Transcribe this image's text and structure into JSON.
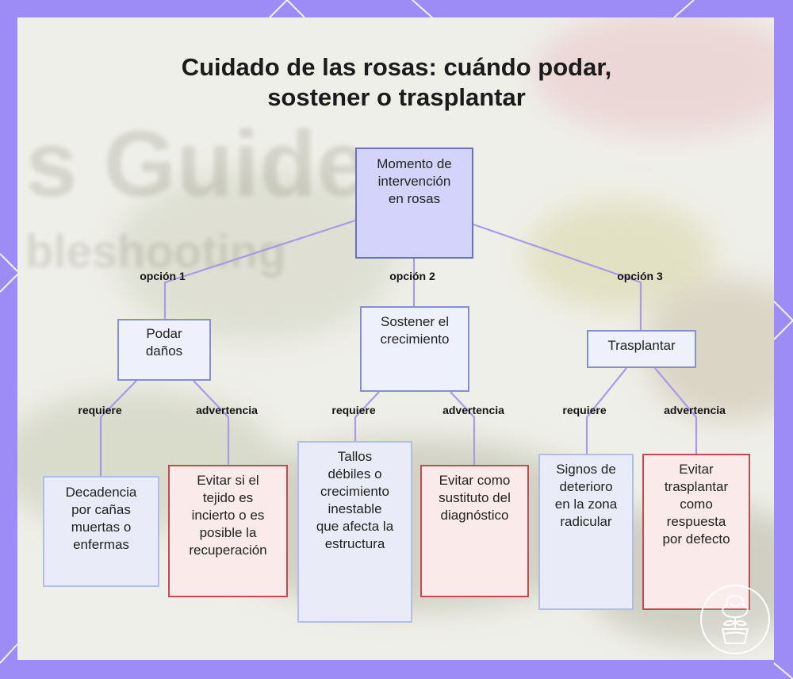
{
  "title_lines": [
    "Cuidado de las rosas: cuándo podar,",
    "sostener o trasplantar"
  ],
  "background_text": {
    "large": "s Guide",
    "small": "bleshooting"
  },
  "colors": {
    "frame": "#9d8cf6",
    "panel": "#efefe9",
    "edge": "#a99ae8",
    "root_fill": "#d3d3fb",
    "root_border": "#6b71b6",
    "category_fill": "#eef0fb",
    "category_border": "#8791c9",
    "requirement_fill": "#e9ecf8",
    "requirement_border": "#b3bfe2",
    "warning_fill": "#fbeaea",
    "warning_border": "#c24a52"
  },
  "nodes": {
    "root": "Momento de intervención en rosas",
    "podar": "Podar daños",
    "sostener": "Sostener el crecimiento",
    "trasplantar": "Trasplantar",
    "podar_req": "Decadencia por cañas muertas o enfermas",
    "podar_warn": "Evitar si el tejido es incierto o es posible la recuperación",
    "sostener_req": "Tallos débiles o crecimiento inestable que afecta la estructura",
    "sostener_warn": "Evitar como sustituto del diagnóstico",
    "trasplantar_req": "Signos de deterioro en la zona radicular",
    "trasplantar_warn": "Evitar trasplantar como respuesta por defecto"
  },
  "edge_labels": {
    "opcion1": "opción 1",
    "opcion2": "opción 2",
    "opcion3": "opción 3",
    "requiere": "requiere",
    "advertencia": "advertencia"
  },
  "logo_icon": "rose-in-pot-icon"
}
